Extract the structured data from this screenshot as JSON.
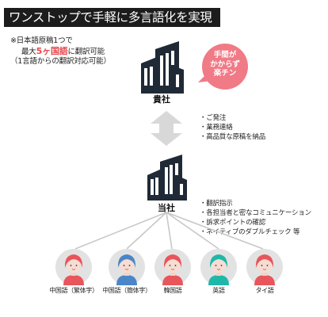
{
  "title": "ワンストップで手軽に多言語化を実現",
  "note": {
    "line1": "※日本語原稿1つで",
    "line2_prefix": "最大",
    "line2_emphasis": "5ヶ国語",
    "line2_suffix": "に翻訳可能",
    "line3": "（1言語からの翻訳対応可能）"
  },
  "client": {
    "label": "貴社",
    "bubble": [
      "手間が",
      "かからず",
      "楽チン"
    ],
    "tasks": [
      "・ご発注",
      "・業務連絡",
      "・高品質な原稿を納品"
    ]
  },
  "company": {
    "label": "当社",
    "tasks": [
      "・翻訳指示",
      "・各担当者と密なコミュニケーション",
      "・訴求ポイントの確認",
      "・ネイティブのダブルチェック 等"
    ]
  },
  "translators": [
    {
      "label": "中国語（繁体字）",
      "hair": "#e8555b",
      "clothes": "#e8555b"
    },
    {
      "label": "中国語（簡体字）",
      "hair": "#4a86c8",
      "clothes": "#4a86c8"
    },
    {
      "label": "韓国語",
      "hair": "#e8555b",
      "clothes": "#e8555b"
    },
    {
      "label": "英語",
      "hair": "#1fb8a8",
      "clothes": "#1fb8a8"
    },
    {
      "label": "タイ語",
      "hair": "#e8555b",
      "clothes": "#e8555b"
    }
  ],
  "colors": {
    "building": "#1f2a36",
    "bubble": "#f07a86",
    "arrow": "#d8d8d8",
    "accent": "#e5484d",
    "circle_bg": "#e2e2e2"
  }
}
